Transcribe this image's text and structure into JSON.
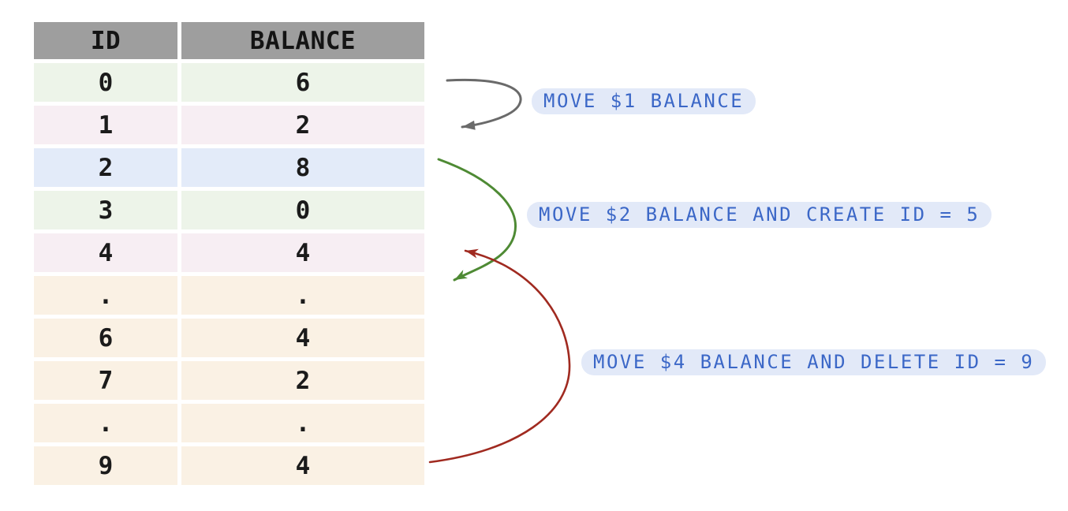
{
  "table": {
    "columns": [
      "ID",
      "BALANCE"
    ],
    "rows": [
      {
        "id": "0",
        "balance": "6",
        "color": "green"
      },
      {
        "id": "1",
        "balance": "2",
        "color": "pink"
      },
      {
        "id": "2",
        "balance": "8",
        "color": "blue"
      },
      {
        "id": "3",
        "balance": "0",
        "color": "green"
      },
      {
        "id": "4",
        "balance": "4",
        "color": "pink"
      },
      {
        "id": ".",
        "balance": ".",
        "color": "cream"
      },
      {
        "id": "6",
        "balance": "4",
        "color": "cream"
      },
      {
        "id": "7",
        "balance": "2",
        "color": "cream"
      },
      {
        "id": ".",
        "balance": ".",
        "color": "cream"
      },
      {
        "id": "9",
        "balance": "4",
        "color": "cream"
      }
    ]
  },
  "annotations": [
    {
      "label": "MOVE $1 BALANCE",
      "arrow_color": "#6a6a6a",
      "from_id": "0",
      "to_id": "1"
    },
    {
      "label": "MOVE $2 BALANCE AND CREATE ID = 5",
      "arrow_color": "#4e8a34",
      "from_id": "2",
      "to_id": "5"
    },
    {
      "label": "MOVE $4 BALANCE AND DELETE ID = 9",
      "arrow_color": "#a02a20",
      "from_id": "9",
      "to_id": "4"
    }
  ],
  "colors": {
    "header_bg": "#9e9e9e",
    "row_green": "#edf4e9",
    "row_pink": "#f7eef3",
    "row_blue": "#e3ebf9",
    "row_cream": "#faf1e4",
    "pill_bg": "#e2e9f8",
    "pill_text": "#3b67c7",
    "cell_text": "#1b1b1b"
  }
}
